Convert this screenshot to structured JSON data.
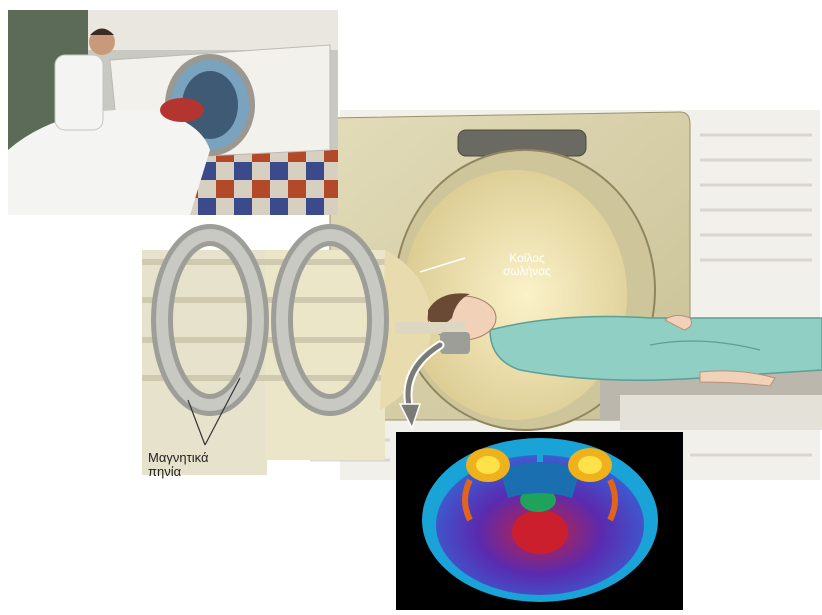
{
  "labels": {
    "hollow_tube": [
      "Κοίλος",
      "σωλήνας"
    ],
    "magnetic_coils": [
      "Μαγνητικά",
      "πηνία"
    ]
  },
  "colors": {
    "scanner_body": "#d9d1a8",
    "bore": "#efe3b6",
    "coil_ring": "#b8b8b4",
    "blanket": "#8fcfc4",
    "scan_background": "#000000"
  },
  "icons": [
    "scan-direction-arrow-icon",
    "coil-pointer-lines"
  ]
}
